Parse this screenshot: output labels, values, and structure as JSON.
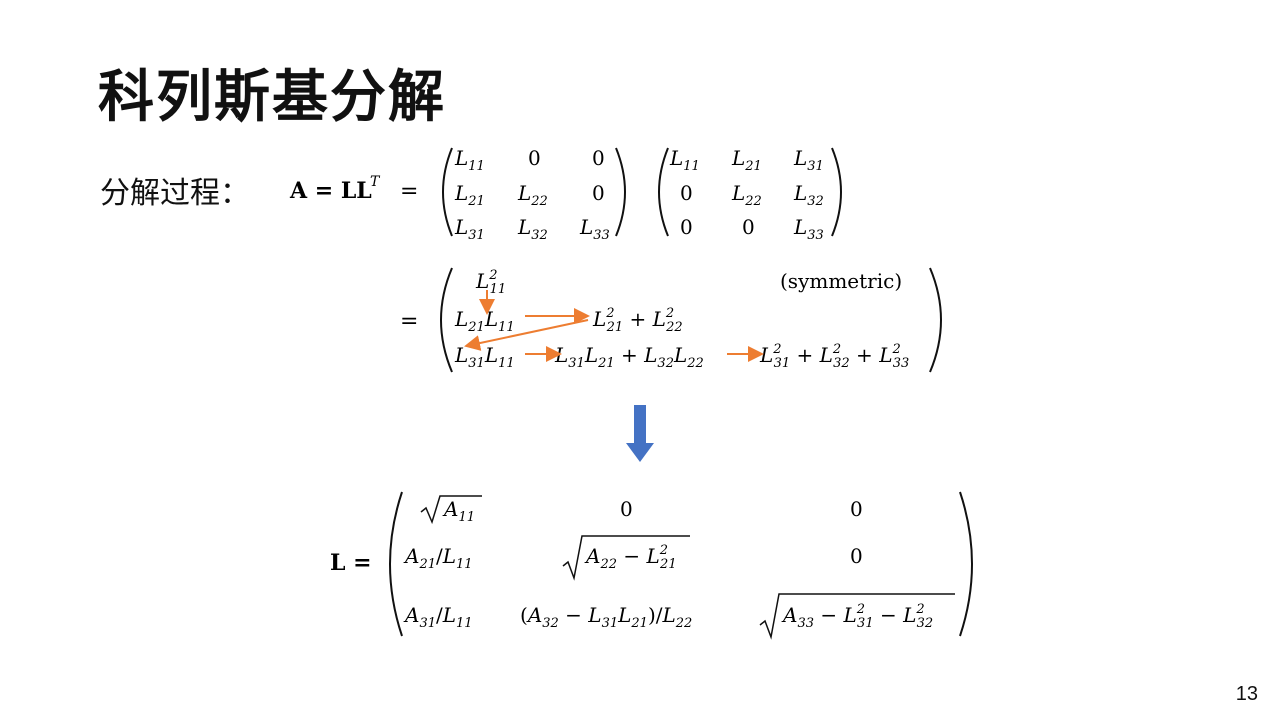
{
  "slide": {
    "title": "科列斯基分解",
    "label": "分解过程：",
    "page_number": "13"
  },
  "equation1": {
    "lhs": "A = LL",
    "lhs_sup": "T",
    "eq": "=",
    "L_matrix": [
      [
        "L11",
        "0",
        "0"
      ],
      [
        "L21",
        "L22",
        "0"
      ],
      [
        "L31",
        "L32",
        "L33"
      ]
    ],
    "LT_matrix": [
      [
        "L11",
        "L21",
        "L31"
      ],
      [
        "0",
        "L22",
        "L32"
      ],
      [
        "0",
        "0",
        "L33"
      ]
    ]
  },
  "equation2": {
    "eq": "=",
    "symmetric_note": "(symmetric)",
    "row1": "L²11",
    "row2_a": "L21 L11",
    "row2_b": "L²21 + L²22",
    "row3_a": "L31 L11",
    "row3_b": "L31 L21 + L32 L22",
    "row3_c": "L²31 + L²32 + L²33"
  },
  "equation3": {
    "lhs": "L =",
    "cells": [
      [
        "√A11",
        "0",
        "0"
      ],
      [
        "A21/L11",
        "√(A22 − L²21)",
        "0"
      ],
      [
        "A31/L11",
        "(A32 − L31L21)/L22",
        "√(A33 − L²31 − L²32)"
      ]
    ]
  },
  "colors": {
    "arrow_orange": "#ED7D31",
    "arrow_blue": "#4472C4"
  }
}
